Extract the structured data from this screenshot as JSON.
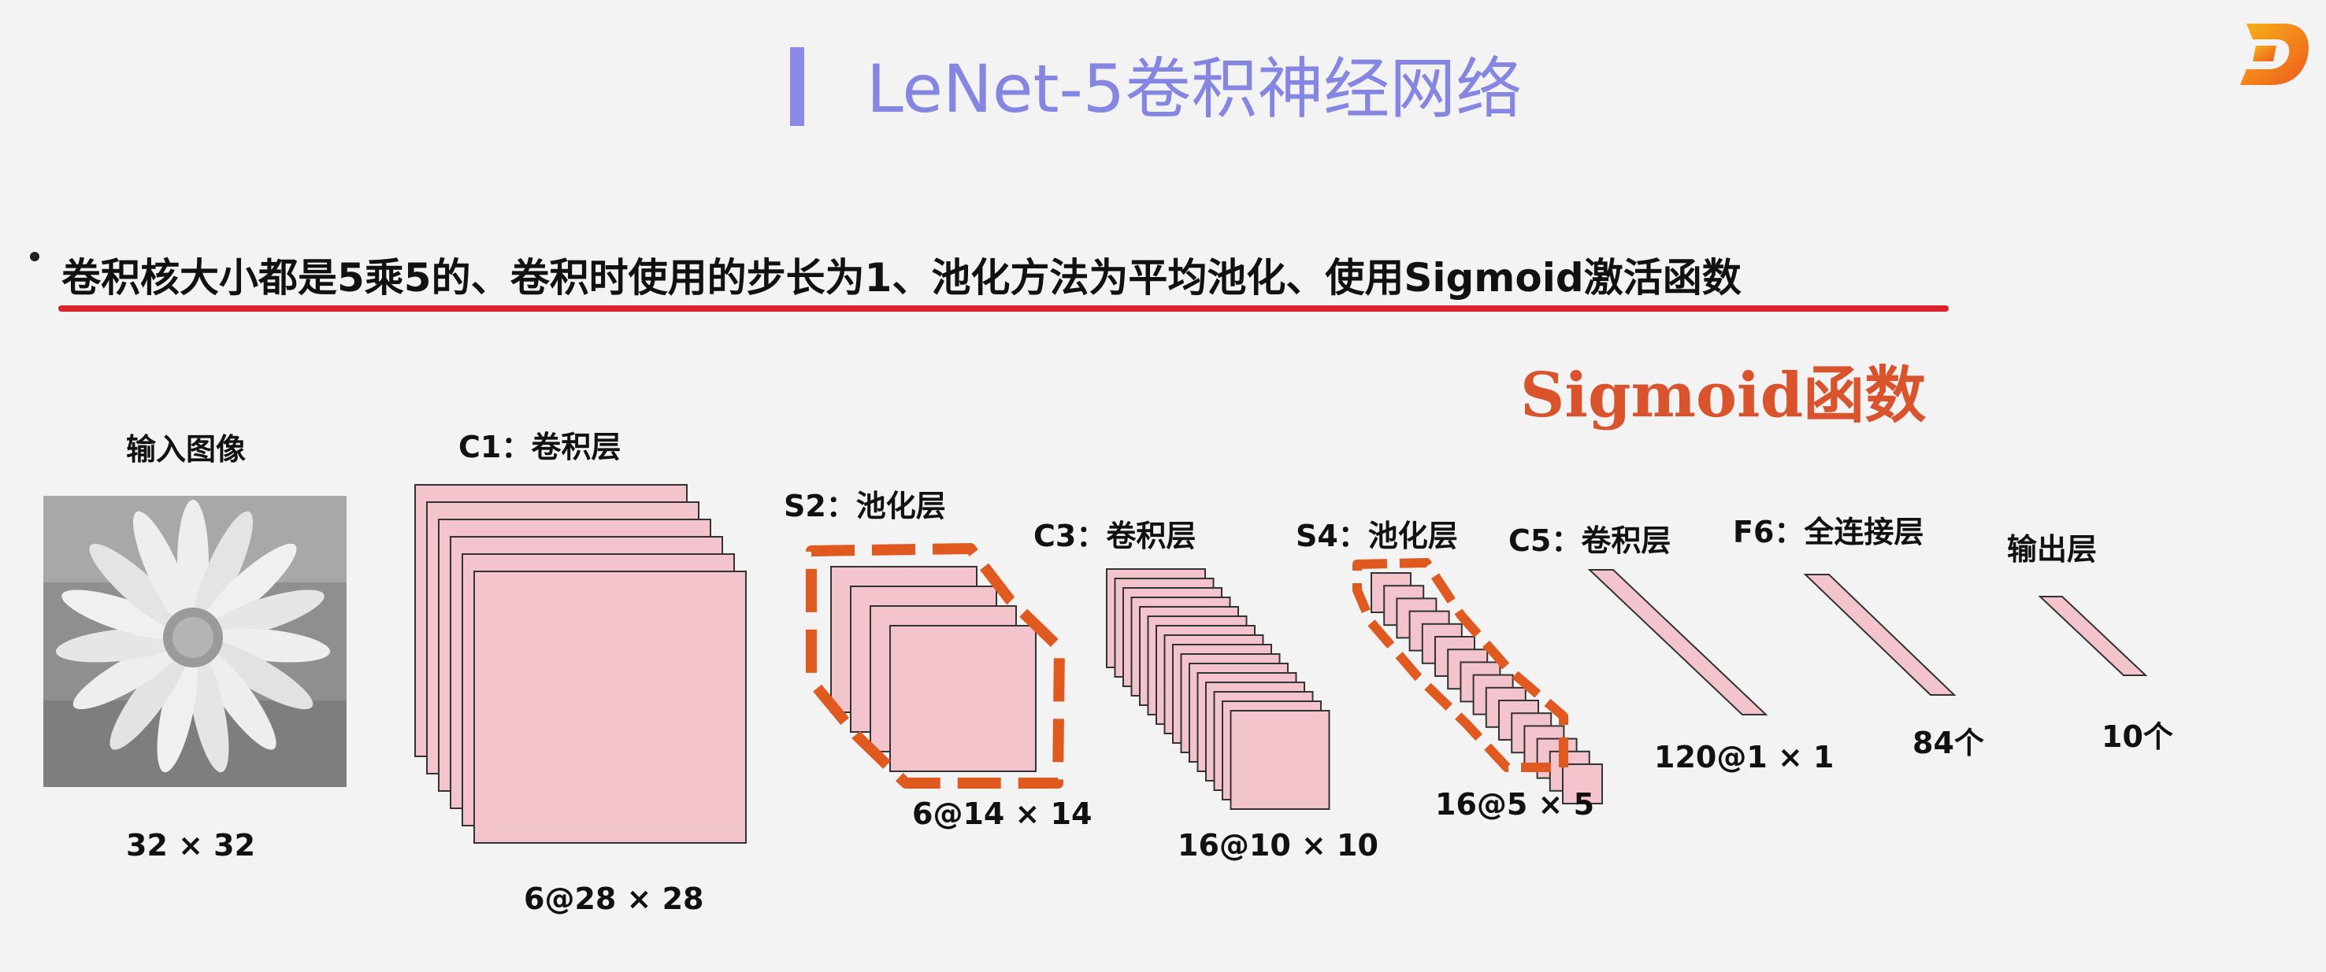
{
  "title": "LeNet-5卷积神经网络",
  "bullet": "卷积核大小都是5乘5的、卷积时使用的步长为1、池化方法为平均池化、使用Sigmoid激活函数",
  "sigmoid_label": "Sigmoid函数",
  "layers": {
    "input": {
      "name": "输入图像",
      "dim": "32 × 32"
    },
    "c1": {
      "name": "C1：卷积层",
      "dim": "6@28 × 28"
    },
    "s2": {
      "name": "S2：池化层",
      "dim": "6@14 × 14"
    },
    "c3": {
      "name": "C3：卷积层",
      "dim": "16@10 × 10"
    },
    "s4": {
      "name": "S4：池化层",
      "dim": "16@5 × 5"
    },
    "c5": {
      "name": "C5：卷积层",
      "dim": "120@1 × 1"
    },
    "f6": {
      "name": "F6：全连接层",
      "dim": "84个"
    },
    "out": {
      "name": "输出层",
      "dim": "10个"
    }
  },
  "colors": {
    "title": "#8585e2",
    "accent_bar": "#8a89e6",
    "underline": "#d9222a",
    "sigmoid": "#d9542c",
    "feature_map_fill": "#f3c4cc",
    "dashed_outline": "#e05a20"
  },
  "icons": {
    "logo": "brand-d-logo"
  }
}
